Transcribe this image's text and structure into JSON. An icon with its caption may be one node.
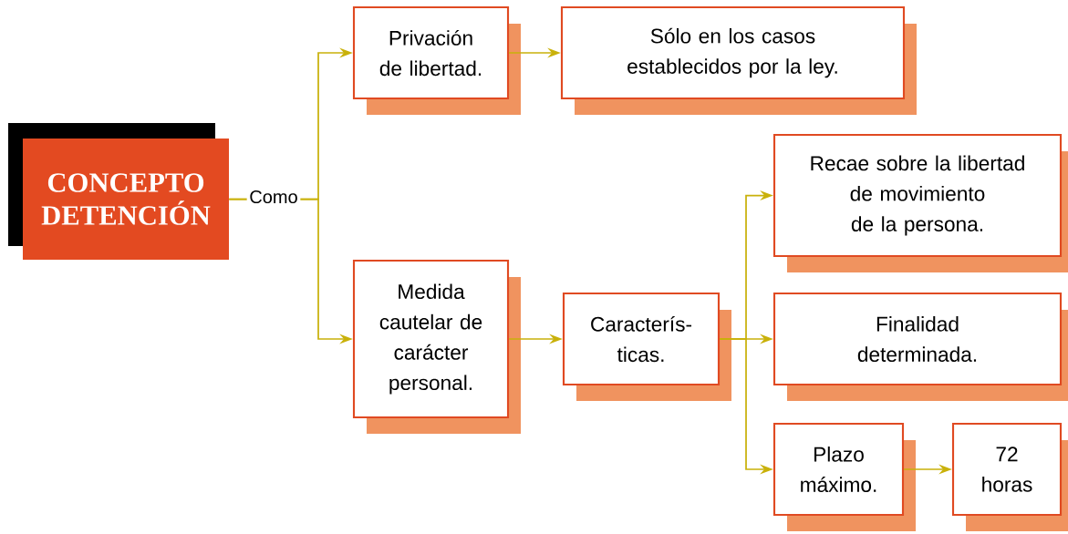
{
  "diagram": {
    "nodes": [
      {
        "text": [
          "CONCEPTO DETENCIÓN"
        ]
      },
      {
        "text": [
          "Privación de libertad."
        ]
      },
      {
        "text": [
          "Sólo en los casos establecidos por la ley."
        ]
      },
      {
        "text": [
          "Medida cautelar de carácter personal."
        ]
      },
      {
        "text": [
          "Caracterís- ticas."
        ]
      },
      {
        "text": [
          "Recae sobre la libertad de movimiento de la persona."
        ]
      },
      {
        "text": [
          "Finalidad determinada."
        ]
      },
      {
        "text": [
          "Plazo máximo."
        ]
      },
      {
        "text": [
          "72 horas"
        ]
      }
    ],
    "edges": [
      {
        "from": 0,
        "to": 1,
        "arrow": "to",
        "label": "Como"
      },
      {
        "from": 0,
        "to": 3,
        "arrow": "to"
      },
      {
        "from": 1,
        "to": 2,
        "arrow": "to"
      },
      {
        "from": 3,
        "to": 4,
        "arrow": "to"
      },
      {
        "from": 4,
        "to": 5,
        "arrow": "to"
      },
      {
        "from": 4,
        "to": 6,
        "arrow": "to"
      },
      {
        "from": 4,
        "to": 7,
        "arrow": "to"
      },
      {
        "from": 7,
        "to": 8,
        "arrow": "to"
      }
    ]
  }
}
